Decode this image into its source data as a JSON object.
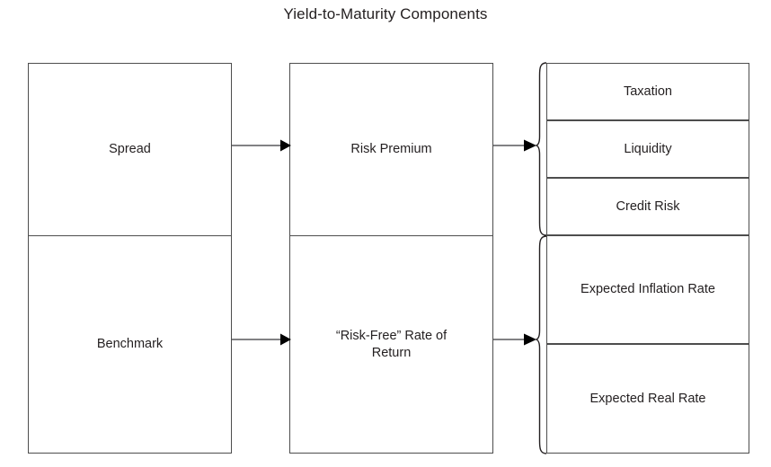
{
  "diagram": {
    "title": "Yield-to-Maturity Components",
    "type": "flow-decomposition",
    "columns": [
      {
        "name": "components",
        "boxes": [
          {
            "id": "spread",
            "label": "Spread"
          },
          {
            "id": "benchmark",
            "label": "Benchmark"
          }
        ]
      },
      {
        "name": "rate-components",
        "boxes": [
          {
            "id": "risk-premium",
            "label": "Risk Premium"
          },
          {
            "id": "risk-free-rate",
            "label": "“Risk-Free” Rate of Return"
          }
        ]
      },
      {
        "name": "sub-components",
        "boxes": [
          {
            "id": "taxation",
            "label": "Taxation"
          },
          {
            "id": "liquidity",
            "label": "Liquidity"
          },
          {
            "id": "credit-risk",
            "label": "Credit Risk"
          },
          {
            "id": "expected-inflation-rate",
            "label": "Expected Inflation Rate"
          },
          {
            "id": "expected-real-rate",
            "label": "Expected Real Rate"
          }
        ]
      }
    ],
    "connectors": [
      {
        "id": "spread-to-risk-premium",
        "from": "spread",
        "to": "risk-premium",
        "style": "arrow"
      },
      {
        "id": "benchmark-to-risk-free",
        "from": "benchmark",
        "to": "risk-free-rate",
        "style": "arrow"
      },
      {
        "id": "risk-premium-to-brace-top",
        "from": "risk-premium",
        "to": "brace-top",
        "style": "arrow"
      },
      {
        "id": "risk-free-to-brace-bottom",
        "from": "risk-free-rate",
        "to": "brace-bottom",
        "style": "arrow"
      }
    ],
    "braces": [
      {
        "id": "brace-top",
        "groups": [
          "taxation",
          "liquidity",
          "credit-risk"
        ]
      },
      {
        "id": "brace-bottom",
        "groups": [
          "expected-inflation-rate",
          "expected-real-rate"
        ]
      }
    ],
    "colors": {
      "background": "#ffffff",
      "box_border": "#4d4d4d",
      "connector": "#58595b",
      "text": "#231f20"
    }
  }
}
